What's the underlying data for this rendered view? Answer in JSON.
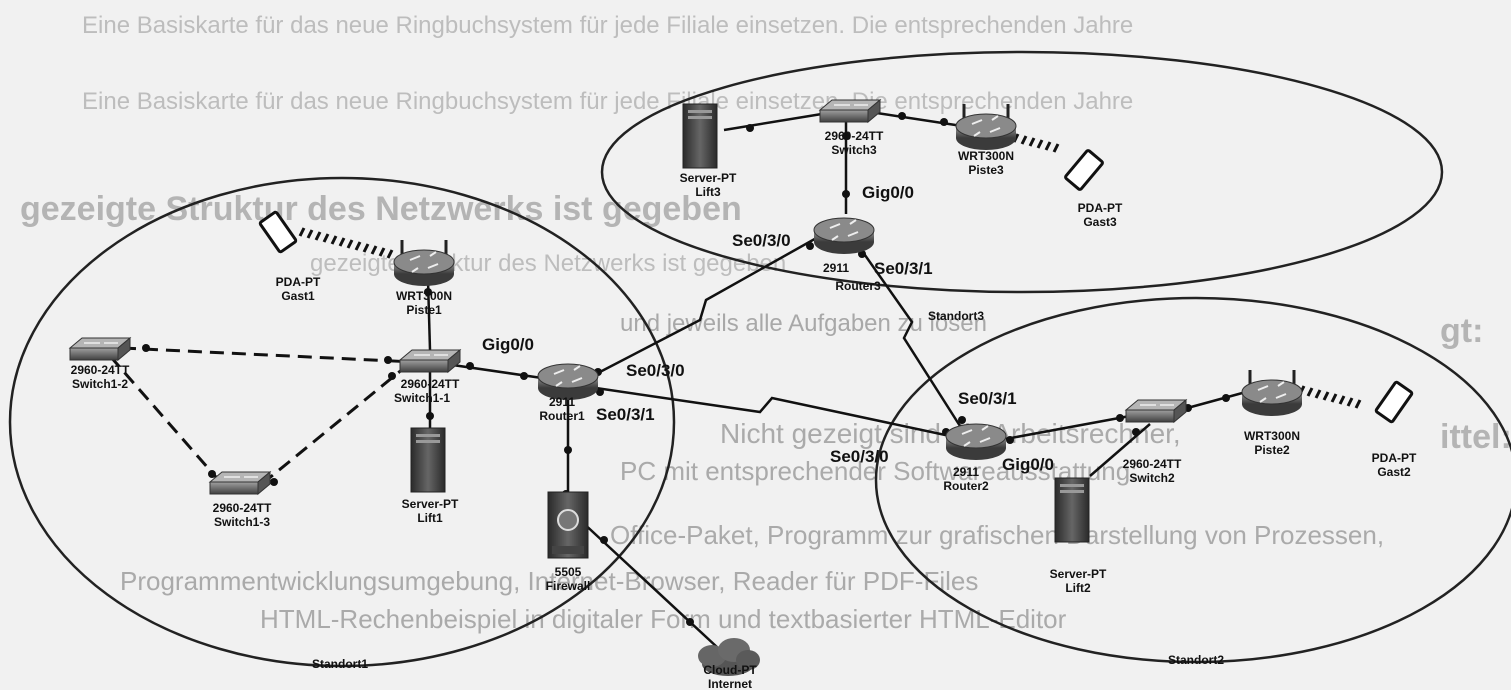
{
  "background_text": {
    "line1": "Eine Basiskarte für das neue Ringbuchsystem für jede Filiale einsetzen. Die entsprechenden Jahre",
    "line2": "gezeigte Struktur des Netzwerks ist gegeben",
    "line3": "und jeweils alle Aufgaben zu lösen",
    "line4": "Nicht gezeigt sind die Arbeitsrechner,",
    "line5": "PC mit entsprechender Softwareausstattung:",
    "line6": "Office-Paket, Programm zur grafischen Darstellung von Prozessen,",
    "line7": "Programmentwicklungsumgebung, Internet-Browser, Reader für PDF-Files",
    "line8": "HTML-Rechenbeispiel in digitaler Form und textbasierter HTML-Editor",
    "side1": "gt:",
    "side2": "ittel:"
  },
  "diagram": {
    "sites": {
      "standort1": "Standort1",
      "standort2": "Standort2",
      "standort3": "Standort3"
    },
    "devices": {
      "switch1_2": {
        "model": "2960-24TT",
        "name": "Switch1-2"
      },
      "switch1_1": {
        "model": "2960-24TT",
        "name": "Switch1-1"
      },
      "switch1_3": {
        "model": "2960-24TT",
        "name": "Switch1-3"
      },
      "router1": {
        "model": "2911",
        "name": "Router1"
      },
      "server_lift1": {
        "model": "Server-PT",
        "name": "Lift1"
      },
      "firewall": {
        "model": "5505",
        "name": "Firewall"
      },
      "cloud": {
        "model": "Cloud-PT",
        "name": "Internet"
      },
      "wrt_piste1": {
        "model": "WRT300N",
        "name": "Piste1"
      },
      "pda_gast1": {
        "model": "PDA-PT",
        "name": "Gast1"
      },
      "router3": {
        "model": "2911",
        "name": "Router3"
      },
      "switch3": {
        "model": "2960-24TT",
        "name": "Switch3"
      },
      "server_lift3": {
        "model": "Server-PT",
        "name": "Lift3"
      },
      "wrt_piste3": {
        "model": "WRT300N",
        "name": "Piste3"
      },
      "pda_gast3": {
        "model": "PDA-PT",
        "name": "Gast3"
      },
      "router2": {
        "model": "2911",
        "name": "Router2"
      },
      "switch2": {
        "model": "2960-24TT",
        "name": "Switch2"
      },
      "server_lift2": {
        "model": "Server-PT",
        "name": "Lift2"
      },
      "wrt_piste2": {
        "model": "WRT300N",
        "name": "Piste2"
      },
      "pda_gast2": {
        "model": "PDA-PT",
        "name": "Gast2"
      }
    },
    "ports": {
      "r1_gig": "Gig0/0",
      "r1_se0": "Se0/3/0",
      "r1_se1": "Se0/3/1",
      "r3_gig": "Gig0/0",
      "r3_se0": "Se0/3/0",
      "r3_se1": "Se0/3/1",
      "r2_se1": "Se0/3/1",
      "r2_se0": "Se0/3/0",
      "r2_gig": "Gig0/0"
    }
  }
}
